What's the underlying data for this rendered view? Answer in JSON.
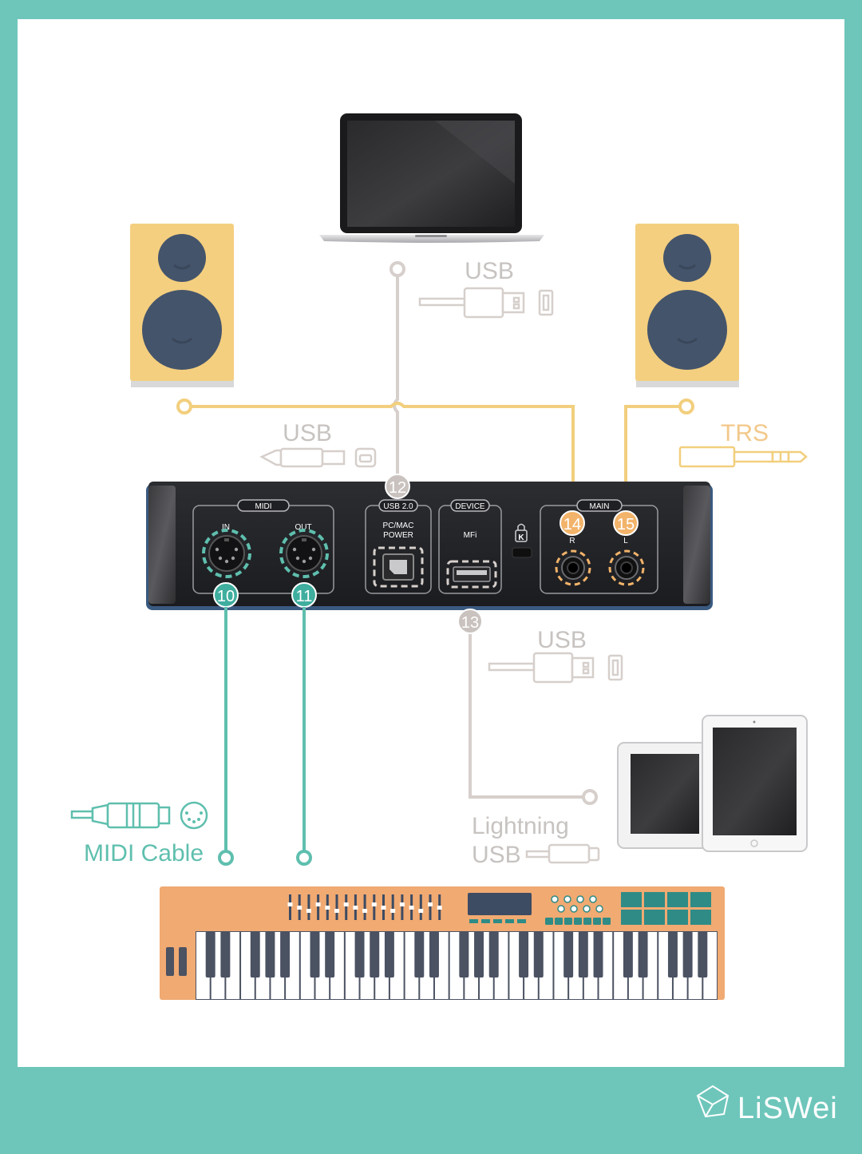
{
  "labels": {
    "usb_top": "USB",
    "usb_left": "USB",
    "trs": "TRS",
    "usb_lower": "USB",
    "lightning": "Lightning",
    "usb_lightning": "USB",
    "midi_cable": "MIDI Cable",
    "brand": "LiSWei"
  },
  "badges": {
    "b10": "10",
    "b11": "11",
    "b12": "12",
    "b13": "13",
    "b14": "14",
    "b15": "15"
  },
  "panel": {
    "midi": "MIDI",
    "midi_in": "IN",
    "midi_out": "OUT",
    "usb20": "USB 2.0",
    "pcmac_line1": "PC/MAC",
    "pcmac_line2": "POWER",
    "device": "DEVICE",
    "mfi": "MFi",
    "main": "MAIN",
    "r": "R",
    "l": "L"
  },
  "colors": {
    "teal_frame": "#6ec6bb",
    "speaker_wood": "#f4cf7f",
    "speaker_cone": "#44546b",
    "audio_line": "#f2cf7e",
    "usb_line": "#d6cfcb",
    "midi_line": "#5fbfae",
    "keyboard_body": "#f0aa72",
    "pad_teal": "#2f8b86"
  }
}
